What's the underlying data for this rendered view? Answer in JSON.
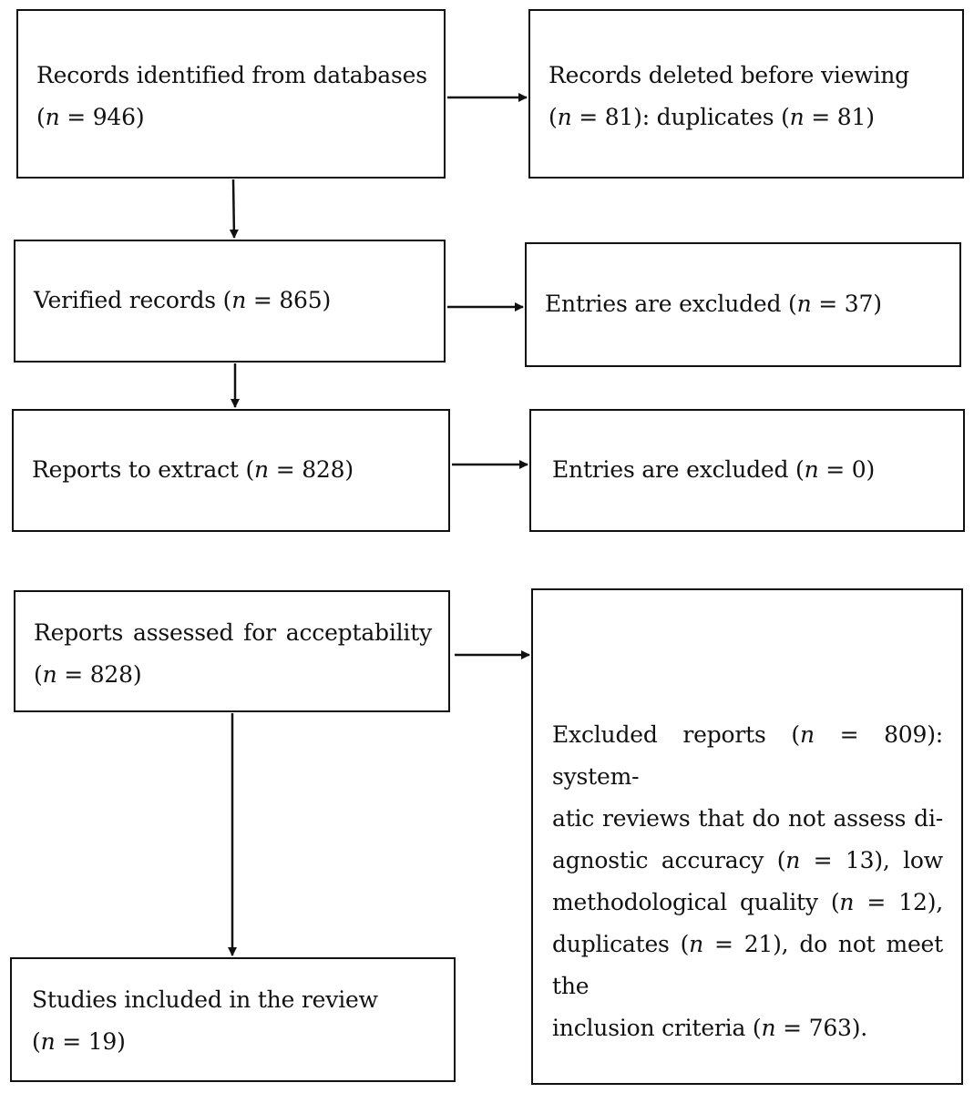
{
  "flow": {
    "identified": {
      "line1": "Records identified from databases",
      "n": "946"
    },
    "deleted": {
      "line1": "Records deleted before viewing",
      "n1": "81",
      "mid": "): duplicates (",
      "n2": "81"
    },
    "verified": {
      "label": "Verified records (",
      "n": "865"
    },
    "excluded1": {
      "label": "Entries are excluded (",
      "n": "37"
    },
    "extract": {
      "label": "Reports to extract (",
      "n": "828"
    },
    "excluded2": {
      "label": "Entries are excluded (",
      "n": "0"
    },
    "assessed": {
      "line1": "Reports assessed for acceptability",
      "n": "828"
    },
    "included": {
      "line1": "Studies included in the review",
      "n": "19"
    },
    "excluded_reports": {
      "l1a": "Excluded reports (",
      "n_total": "809",
      "l1b": "): system-",
      "l2": "atic reviews that do not assess di-",
      "l3a": "agnostic accuracy (",
      "n_accuracy": "13",
      "l3b": "), low",
      "l4a": "methodological quality (",
      "n_quality": "12",
      "l4b": "),",
      "l5a": "duplicates (",
      "n_dup": "21",
      "l5b": "), do not meet the",
      "l6a": "inclusion criteria (",
      "n_criteria": "763",
      "l6b": ")."
    }
  },
  "symbols": {
    "n": "n",
    "eq": " = ",
    "open": "(",
    "close": ")"
  }
}
